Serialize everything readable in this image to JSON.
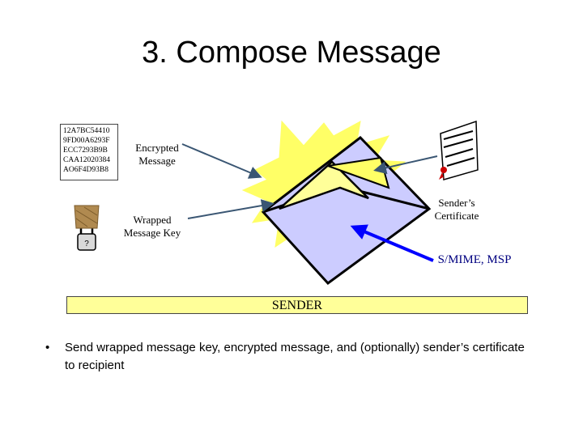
{
  "title": "3. Compose Message",
  "hex_lines": [
    "12A7BC54410",
    "9FD00A6293F",
    "ECC7293B9B",
    "CAA12020384",
    "AO6F4D93B8"
  ],
  "labels": {
    "encrypted_message": [
      "Encrypted",
      "Message"
    ],
    "wrapped_key": [
      "Wrapped",
      "Message Key"
    ],
    "senders_certificate": [
      "Sender’s",
      "Certificate"
    ],
    "smime_msp": "S/MIME, MSP"
  },
  "sender_bar": "SENDER",
  "bullet": {
    "marker": "•",
    "text": "Send wrapped message key, encrypted message, and (optionally) sender’s certificate to recipient"
  },
  "colors": {
    "burst": "#ffff66",
    "envelope": "#ccccff",
    "sender_bar": "#ffff99",
    "arrow": "#3a5673",
    "blue_arrow": "#0000ff",
    "smime_text": "#000080"
  }
}
